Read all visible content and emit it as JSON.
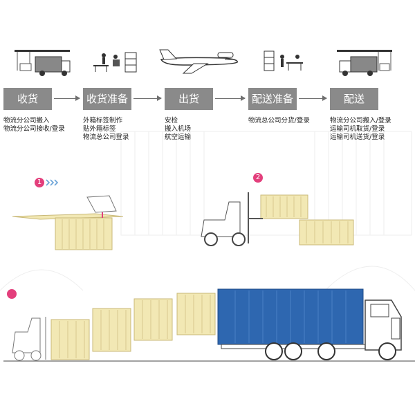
{
  "steps": [
    {
      "label": "收货",
      "lines": [
        "物流分公司搬入",
        "物流分公司接收/登录"
      ]
    },
    {
      "label": "收货准备",
      "lines": [
        "外箱标签制作",
        "贴外箱标签",
        "物流总公司登录"
      ]
    },
    {
      "label": "出货",
      "lines": [
        "安检",
        "搬入机场",
        "航空运输"
      ]
    },
    {
      "label": "配送准备",
      "lines": [
        "物流总公司分货/登录"
      ]
    },
    {
      "label": "配送",
      "lines": [
        "物流分公司搬入/登录",
        "运输司机取货/登录",
        "运输司机送货/登录"
      ]
    }
  ],
  "badges": [
    "1",
    "2",
    ""
  ],
  "icons": [
    "delivery-truck-icon",
    "warehouse-workers-icon",
    "airplane-icon",
    "sorting-workers-icon",
    "delivery-truck-icon"
  ],
  "colors": {
    "pill": "#8a8a8a",
    "arrow": "#6f6f6f",
    "crate": "#f2e8b4",
    "crate_stroke": "#c9b978",
    "container": "#2e67b0",
    "badge": "#e33f7c"
  }
}
